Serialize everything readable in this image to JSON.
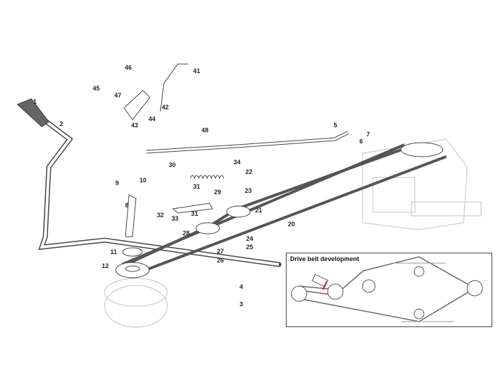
{
  "diagram_title": "Drive belt development",
  "part_numbers": [
    "1",
    "2",
    "46",
    "41",
    "45",
    "47",
    "42",
    "44",
    "43",
    "48",
    "5",
    "7",
    "6",
    "30",
    "34",
    "22",
    "10",
    "9",
    "31",
    "23",
    "29",
    "8",
    "21",
    "32",
    "31",
    "33",
    "28",
    "20",
    "24",
    "25",
    "11",
    "27",
    "26",
    "12",
    "4",
    "3"
  ],
  "colors": {
    "line": "#444444",
    "ghost": "#c8c8c8",
    "belt": "#555555",
    "tensioner_mark": "#d0202a"
  }
}
